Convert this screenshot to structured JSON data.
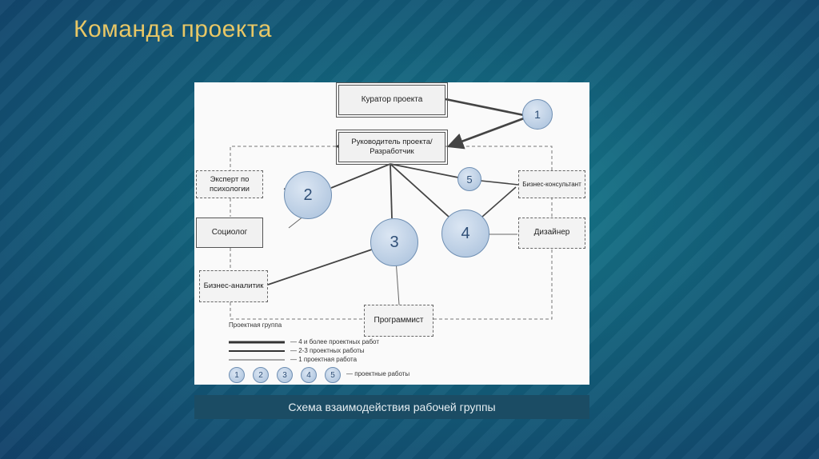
{
  "slide": {
    "title": "Команда проекта"
  },
  "diagram": {
    "boxes": {
      "curator": "Куратор проекта",
      "leader": "Руководитель проекта/ Разработчик",
      "psych": "Эксперт по психологии",
      "sociolog": "Социолог",
      "analyst": "Бизнес-аналитик",
      "programmer": "Программист",
      "consultant": "Бизнес-консультант",
      "designer": "Дизайнер"
    },
    "circles": {
      "c1": "1",
      "c2": "2",
      "c3": "3",
      "c4": "4",
      "c5": "5"
    },
    "group_label": "Проектная группа",
    "legend": {
      "line_thick": "4 и более проектных работ",
      "line_medium": "2-3 проектных работы",
      "line_thin": "1 проектная работа",
      "circles": [
        "1",
        "2",
        "3",
        "4",
        "5"
      ],
      "circles_label": "проектные работы"
    }
  },
  "caption": "Схема взаимодействия рабочей группы"
}
